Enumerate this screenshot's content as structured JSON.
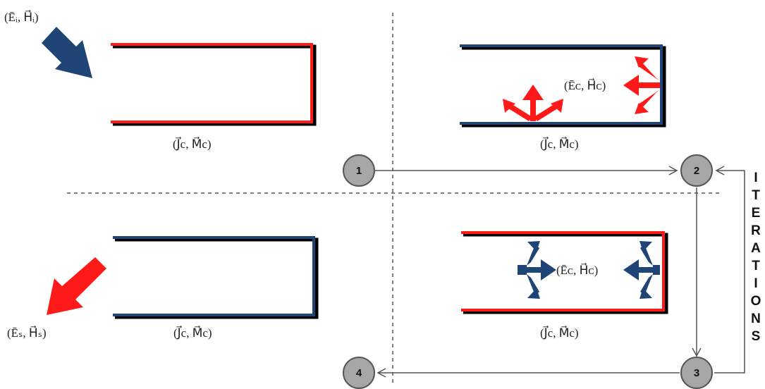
{
  "labels": {
    "incident": "(Ēᵢ, H⃗ᵢ)",
    "scattered": "(Ēₛ, H⃗ₛ)",
    "currents_tl": "(J⃗c, M⃗c)",
    "currents_tr": "(J⃗c, M⃗c)",
    "currents_bl": "(J⃗c, M⃗c)",
    "currents_br": "(J⃗c, M⃗c)",
    "fields_tr": "(Ēᴄ, H⃗ᴄ)",
    "fields_br": "(Ēᴄ, H⃗ᴄ)"
  },
  "nodes": [
    "1",
    "2",
    "3",
    "4"
  ],
  "iterations": [
    "I",
    "T",
    "E",
    "R",
    "A",
    "T",
    "I",
    "O",
    "N",
    "S"
  ],
  "colors": {
    "red": "#ff1a1a",
    "blue": "#1f4577",
    "node_fill": "#a6a6a6",
    "node_stroke": "#555555",
    "line": "#555555"
  }
}
